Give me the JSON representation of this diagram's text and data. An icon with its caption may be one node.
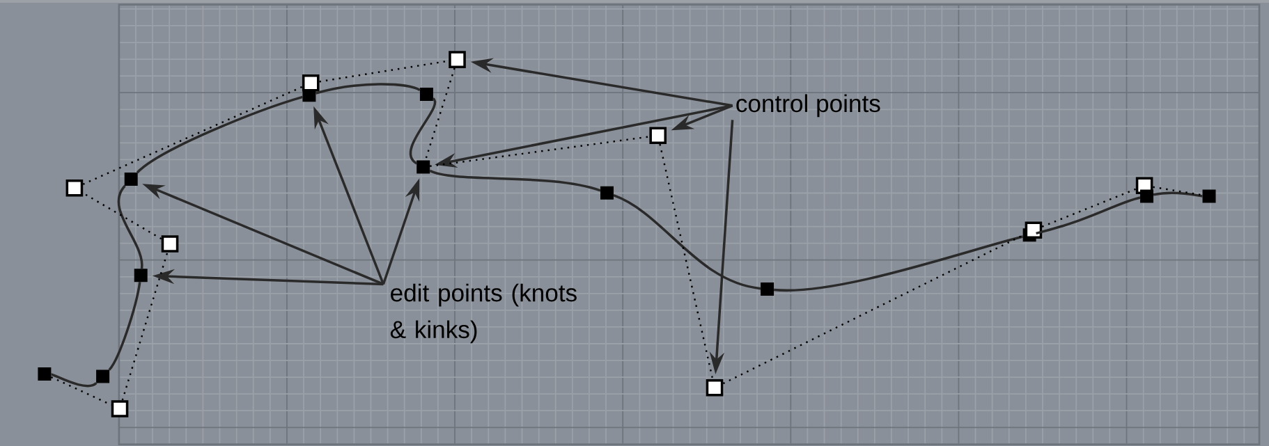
{
  "diagram": {
    "nodes": [
      {
        "text": [
          "control points"
        ]
      },
      {
        "text": [
          "edit points (knots & kinks)"
        ]
      },
      {
        "text": [],
        "shape": "box"
      },
      {
        "text": [],
        "shape": "box"
      },
      {
        "text": [],
        "shape": "box"
      },
      {
        "text": [],
        "shape": "box"
      },
      {
        "text": [],
        "shape": "box"
      },
      {
        "text": [],
        "shape": "box"
      },
      {
        "text": [],
        "shape": "box"
      },
      {
        "text": [],
        "shape": "box"
      },
      {
        "text": [],
        "shape": "box"
      },
      {
        "text": [],
        "shape": "box"
      },
      {
        "text": [],
        "shape": "box"
      },
      {
        "text": [],
        "shape": "box"
      },
      {
        "text": [],
        "shape": "box"
      },
      {
        "text": [],
        "shape": "box"
      },
      {
        "text": [],
        "shape": "box"
      },
      {
        "text": [],
        "shape": "box"
      },
      {
        "text": [],
        "shape": "box"
      },
      {
        "text": [],
        "shape": "box"
      },
      {
        "text": [],
        "shape": "box"
      },
      {
        "text": [],
        "shape": "box"
      },
      {
        "text": [],
        "shape": "box"
      }
    ],
    "edges": [
      {
        "from": 0,
        "to": 13,
        "arrow": "to"
      },
      {
        "from": 0,
        "to": 11,
        "arrow": "to"
      },
      {
        "from": 0,
        "to": 15,
        "arrow": "to"
      },
      {
        "from": 0,
        "to": 16,
        "arrow": "to"
      },
      {
        "from": 1,
        "to": 6,
        "arrow": "to"
      },
      {
        "from": 1,
        "to": 9,
        "arrow": "to"
      },
      {
        "from": 1,
        "to": 11,
        "arrow": "to"
      },
      {
        "from": 1,
        "to": 7,
        "arrow": "to"
      },
      {
        "from": 2,
        "to": 4,
        "arrow": "none"
      },
      {
        "from": 4,
        "to": 7,
        "arrow": "none"
      },
      {
        "from": 7,
        "to": 6,
        "arrow": "none"
      },
      {
        "from": 6,
        "to": 9,
        "arrow": "none"
      },
      {
        "from": 9,
        "to": 12,
        "arrow": "none"
      },
      {
        "from": 12,
        "to": 11,
        "arrow": "none"
      },
      {
        "from": 11,
        "to": 14,
        "arrow": "none"
      },
      {
        "from": 14,
        "to": 17,
        "arrow": "none"
      },
      {
        "from": 17,
        "to": 18,
        "arrow": "none"
      },
      {
        "from": 18,
        "to": 21,
        "arrow": "none"
      },
      {
        "from": 21,
        "to": 22,
        "arrow": "none"
      },
      {
        "from": 2,
        "to": 5,
        "arrow": "none",
        "style": "dashed"
      },
      {
        "from": 5,
        "to": 8,
        "arrow": "none",
        "style": "dashed"
      },
      {
        "from": 8,
        "to": 3,
        "arrow": "none",
        "style": "dashed"
      },
      {
        "from": 3,
        "to": 10,
        "arrow": "none",
        "style": "dashed"
      },
      {
        "from": 10,
        "to": 13,
        "arrow": "none",
        "style": "dashed"
      },
      {
        "from": 13,
        "to": 11,
        "arrow": "none",
        "style": "dashed"
      },
      {
        "from": 11,
        "to": 15,
        "arrow": "none",
        "style": "dashed"
      },
      {
        "from": 15,
        "to": 16,
        "arrow": "none",
        "style": "dashed"
      },
      {
        "from": 16,
        "to": 19,
        "arrow": "none",
        "style": "dashed"
      },
      {
        "from": 19,
        "to": 20,
        "arrow": "none",
        "style": "dashed"
      },
      {
        "from": 20,
        "to": 22,
        "arrow": "none",
        "style": "dashed"
      }
    ]
  }
}
